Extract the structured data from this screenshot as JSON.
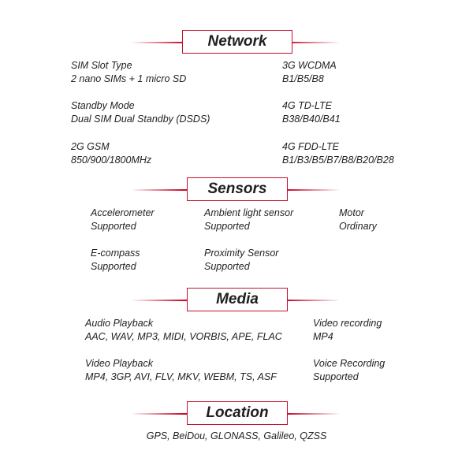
{
  "network": {
    "title": "Network",
    "specs": [
      {
        "label": "SIM Slot Type",
        "value": "2 nano SIMs + 1 micro SD"
      },
      {
        "label": "Standby Mode",
        "value": "Dual SIM Dual Standby (DSDS)"
      },
      {
        "label": "2G GSM",
        "value": "850/900/1800MHz"
      },
      {
        "label": "3G WCDMA",
        "value": "B1/B5/B8"
      },
      {
        "label": "4G TD-LTE",
        "value": "B38/B40/B41"
      },
      {
        "label": "4G FDD-LTE",
        "value": "B1/B3/B5/B7/B8/B20/B28"
      }
    ]
  },
  "sensors": {
    "title": "Sensors",
    "specs": [
      {
        "label": "Accelerometer",
        "value": "Supported"
      },
      {
        "label": "Ambient light sensor",
        "value": "Supported"
      },
      {
        "label": "Motor",
        "value": "Ordinary"
      },
      {
        "label": "E-compass",
        "value": "Supported"
      },
      {
        "label": "Proximity Sensor",
        "value": "Supported"
      }
    ]
  },
  "media": {
    "title": "Media",
    "specs": [
      {
        "label": "Audio Playback",
        "value": "AAC, WAV, MP3, MIDI, VORBIS, APE, FLAC"
      },
      {
        "label": "Video recording",
        "value": "MP4"
      },
      {
        "label": "Video Playback",
        "value": "MP4, 3GP, AVI, FLV, MKV, WEBM, TS, ASF"
      },
      {
        "label": "Voice Recording",
        "value": "Supported"
      }
    ]
  },
  "location": {
    "title": "Location",
    "value": "GPS, BeiDou, GLONASS, Galileo, QZSS"
  },
  "colors": {
    "accent": "#c8102e",
    "text": "#222222"
  }
}
